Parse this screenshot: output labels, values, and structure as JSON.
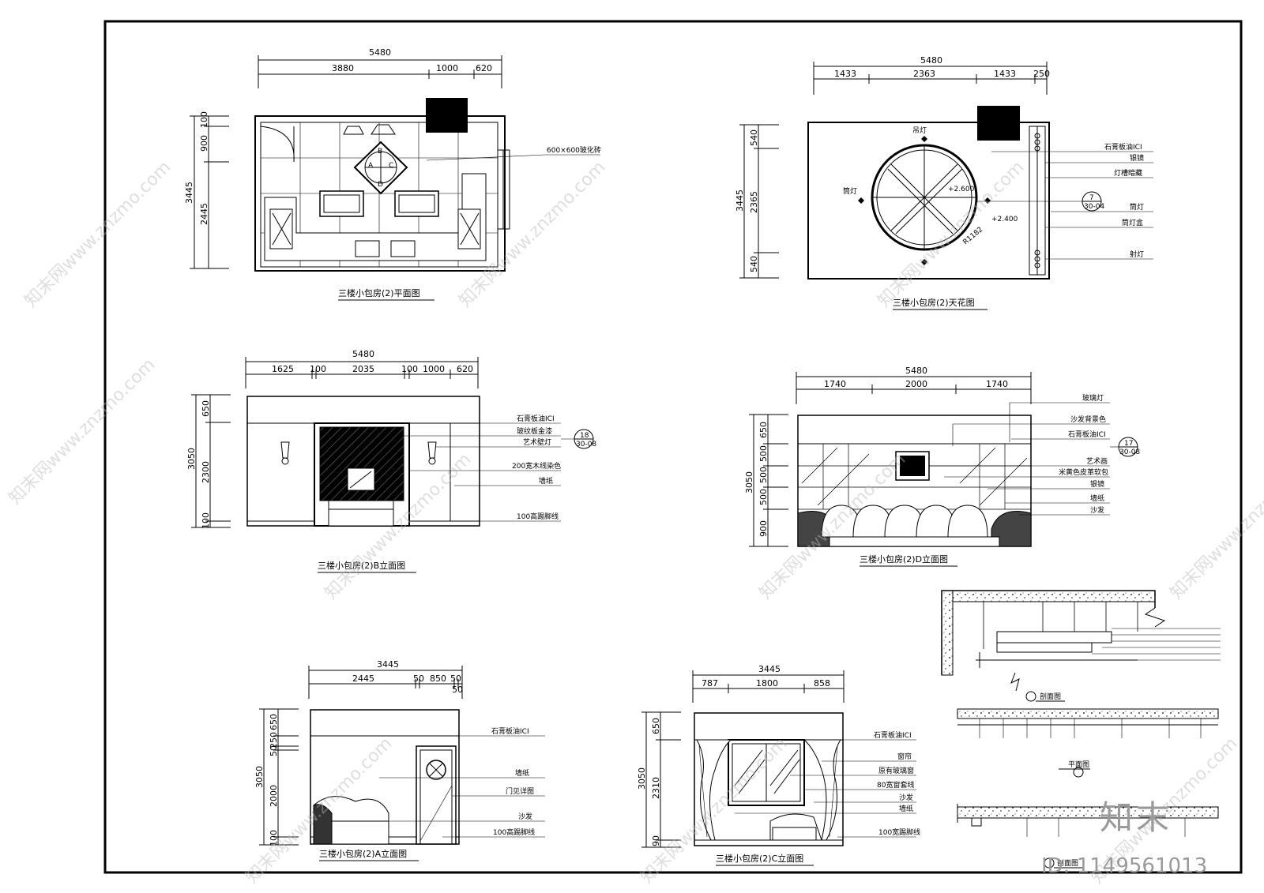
{
  "views": {
    "plan": {
      "title": "三楼小包房(2)平面图",
      "dims_top": [
        "5480",
        "3880",
        "1000",
        "620"
      ],
      "dims_left": [
        "3445",
        "100",
        "900",
        "2445"
      ],
      "labels": [
        "600×600玻化砖"
      ],
      "markers": [
        "B",
        "A",
        "C",
        "D"
      ]
    },
    "ceiling": {
      "title": "三楼小包房(2)天花图",
      "dims_top": [
        "5480",
        "1433",
        "2363",
        "1433",
        "250"
      ],
      "dims_left": [
        "3445",
        "540",
        "2365",
        "540"
      ],
      "labels": [
        "石膏板油ICI",
        "银镜",
        "灯槽暗藏",
        "筒灯",
        "筒灯盒",
        "射灯"
      ],
      "marks": [
        "吊灯",
        "筒灯",
        "+2.600",
        "+2.400",
        "R1182"
      ],
      "ref": [
        "7",
        "30-04"
      ]
    },
    "elev_b": {
      "title": "三楼小包房(2)B立面图",
      "dims_top": [
        "5480",
        "1625",
        "100",
        "2035",
        "100",
        "1000",
        "620"
      ],
      "dims_left": [
        "3050",
        "650",
        "2300",
        "100"
      ],
      "labels": [
        "石膏板油ICI",
        "玻纹板金漆",
        "艺术壁灯",
        "200宽木线染色",
        "墙纸",
        "100高踢脚线"
      ],
      "ref": [
        "18",
        "30-08"
      ]
    },
    "elev_d": {
      "title": "三楼小包房(2)D立面图",
      "dims_top": [
        "5480",
        "1740",
        "2000",
        "1740"
      ],
      "dims_left": [
        "3050",
        "650",
        "500",
        "500",
        "500",
        "900"
      ],
      "labels": [
        "玻璃灯",
        "沙发背景色",
        "石膏板油ICI",
        "艺术画",
        "米黄色皮革软包",
        "银镜",
        "墙纸",
        "沙发"
      ],
      "ref": [
        "17",
        "30-08"
      ]
    },
    "elev_a": {
      "title": "三楼小包房(2)A立面图",
      "dims_top": [
        "3445",
        "2445",
        "50",
        "850",
        "50",
        "50"
      ],
      "dims_left": [
        "3050",
        "650",
        "250",
        "50",
        "2000",
        "100"
      ],
      "labels": [
        "石膏板油ICI",
        "墙纸",
        "门见详图",
        "沙发",
        "100高踢脚线"
      ]
    },
    "elev_c": {
      "title": "三楼小包房(2)C立面图",
      "dims_top": [
        "3445",
        "787",
        "1800",
        "858"
      ],
      "dims_left": [
        "3050",
        "650",
        "2310",
        "90"
      ],
      "labels": [
        "石膏板油ICI",
        "窗帘",
        "原有玻璃窗",
        "80宽窗套线",
        "沙发",
        "墙纸",
        "100宽踢脚线"
      ]
    },
    "details": {
      "labels": [
        "剖面图",
        "平面图",
        "剖面图"
      ]
    }
  },
  "watermark": {
    "text": "知末网www.znzmo.com",
    "logo": "知末",
    "id": "ID: 1149561013"
  },
  "colors": {
    "line": "#000000",
    "watermark": "#9a9a9a",
    "paper": "#ffffff"
  }
}
